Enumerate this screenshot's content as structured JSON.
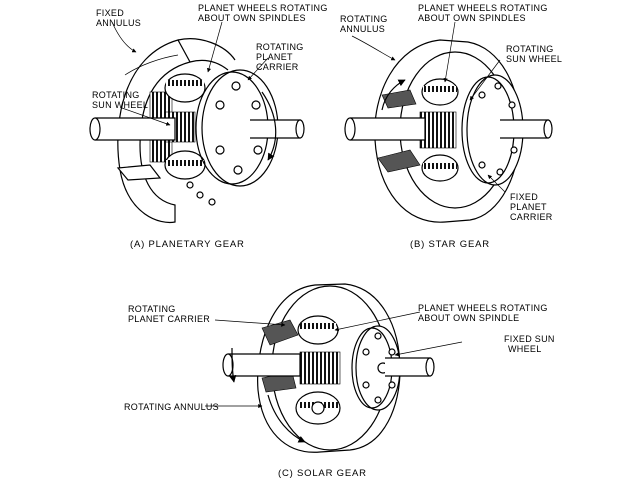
{
  "figure": {
    "planetary": {
      "caption": "(A) PLANETARY GEAR",
      "labels": {
        "fixed_annulus_1": "FIXED",
        "fixed_annulus_2": "ANNULUS",
        "planet_wheels_1": "PLANET WHEELS ROTATING",
        "planet_wheels_2": "ABOUT OWN SPINDLES",
        "rotating_carrier_1": "ROTATING",
        "rotating_carrier_2": "PLANET",
        "rotating_carrier_3": "CARRIER",
        "rotating_sun_1": "ROTATING",
        "rotating_sun_2": "SUN WHEEL"
      }
    },
    "star": {
      "caption": "(B) STAR GEAR",
      "labels": {
        "rotating_annulus_1": "ROTATING",
        "rotating_annulus_2": "ANNULUS",
        "planet_wheels_1": "PLANET WHEELS ROTATING",
        "planet_wheels_2": "ABOUT OWN SPINDLES",
        "rotating_sun_1": "ROTATING",
        "rotating_sun_2": "SUN WHEEL",
        "fixed_carrier_1": "FIXED",
        "fixed_carrier_2": "PLANET",
        "fixed_carrier_3": "CARRIER"
      }
    },
    "solar": {
      "caption": "(C) SOLAR GEAR",
      "labels": {
        "rotating_carrier_1": "ROTATING",
        "rotating_carrier_2": "PLANET CARRIER",
        "planet_wheels_1": "PLANET WHEELS ROTATING",
        "planet_wheels_2": "ABOUT OWN SPINDLE",
        "fixed_sun_1": "FIXED SUN",
        "fixed_sun_2": "WHEEL",
        "rotating_annulus": "ROTATING ANNULUS"
      }
    }
  }
}
